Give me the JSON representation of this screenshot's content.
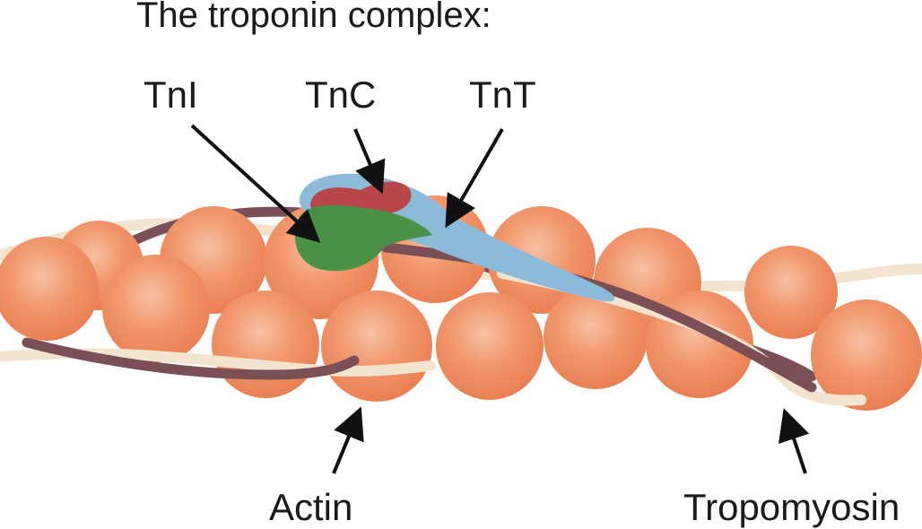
{
  "title": "The troponin complex:",
  "labels": {
    "tni": "TnI",
    "tnc": "TnC",
    "tnt": "TnT",
    "actin": "Actin",
    "tropomyosin": "Tropomyosin"
  },
  "colors": {
    "actin": "#f0895e",
    "tropomyosin_dark": "#7a4f56",
    "tropomyosin_light": "#f3e4cf",
    "tni": "#4a9147",
    "tnc": "#b8464a",
    "tnt": "#8cbad9",
    "arrow": "#111111"
  }
}
